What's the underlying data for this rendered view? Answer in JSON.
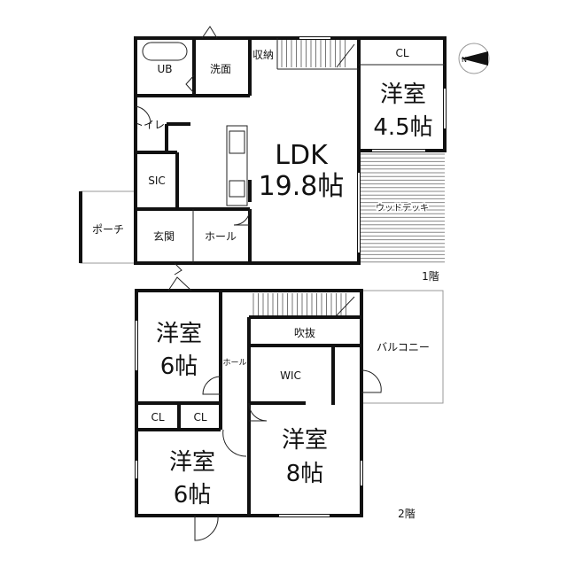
{
  "floor1": {
    "label": "1階",
    "rooms": {
      "ub": "UB",
      "washroom": "洗面",
      "storage": "収納",
      "closet": "CL",
      "western_room_name": "洋室",
      "western_room_size": "4.5帖",
      "toilet": "トイレ",
      "sic": "SIC",
      "ldk_name": "LDK",
      "ldk_size": "19.8帖",
      "porch": "ポーチ",
      "entrance": "玄関",
      "hall": "ホール",
      "wood_deck": "ウッドデッキ"
    }
  },
  "floor2": {
    "label": "2階",
    "rooms": {
      "western_room_a_name": "洋室",
      "western_room_a_size": "6帖",
      "hall": "ホール",
      "atrium": "吹抜",
      "wic": "WIC",
      "balcony": "バルコニー",
      "closet_a": "CL",
      "closet_b": "CL",
      "western_room_b_name": "洋室",
      "western_room_b_size": "6帖",
      "western_room_c_name": "洋室",
      "western_room_c_size": "8帖"
    }
  },
  "compass": {
    "icon": "north-arrow-icon",
    "letter": "N"
  }
}
